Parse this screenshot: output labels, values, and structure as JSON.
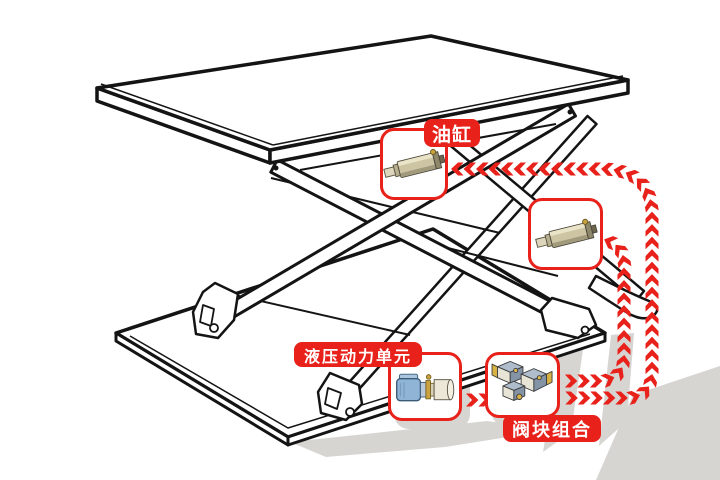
{
  "colors": {
    "accent_red": "#e8211a",
    "line_black": "#141414",
    "shadow_gray": "#d7d5d2",
    "cylinder_tan": "#ccc4a2",
    "power_unit_blue": "#90b4d6",
    "valve_gold": "#d9b244"
  },
  "callouts": [
    {
      "id": "cylinder-1",
      "label": "油缸",
      "icon": "hydraulic-cylinder-illustration"
    },
    {
      "id": "cylinder-2",
      "label": "",
      "icon": "hydraulic-cylinder-illustration"
    },
    {
      "id": "power-unit",
      "label": "液压动力单元",
      "icon": "hydraulic-power-unit-illustration"
    },
    {
      "id": "valve-block",
      "label": "阀块组合",
      "icon": "valve-block-assembly-illustration"
    }
  ],
  "arrows": [
    {
      "from": "valve-block",
      "to": "cylinder-1",
      "style": "red-chevron-dashed"
    },
    {
      "from": "valve-block",
      "to": "cylinder-2",
      "style": "red-chevron-dashed"
    },
    {
      "from": "power-unit",
      "to": "valve-block",
      "style": "red-chevron-dashed"
    }
  ],
  "drawing": {
    "subject": "scissor-lift-table-line-drawing",
    "parts": [
      "top-platform",
      "scissor-arms",
      "roller-brackets",
      "base-plate",
      "floor-shadow"
    ]
  }
}
